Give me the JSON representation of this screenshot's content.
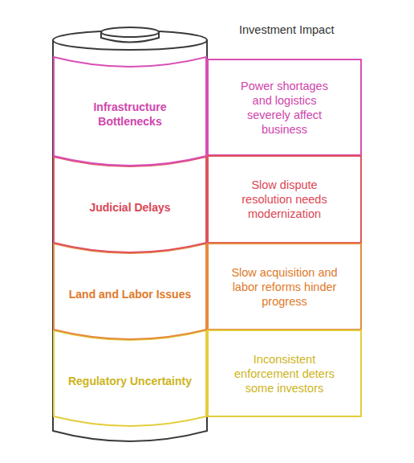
{
  "diagram": {
    "nodes": [
      {
        "text": [
          "Infrastructure Bottlenecks"
        ]
      },
      {
        "text": [
          "Power shortages and logistics severely affect business"
        ]
      },
      {
        "text": [
          "Judicial Delays"
        ]
      },
      {
        "text": [
          "Slow dispute resolution needs modernization"
        ]
      },
      {
        "text": [
          "Land and Labor Issues"
        ]
      },
      {
        "text": [
          "Slow acquisition and labor reforms hinder progress"
        ]
      },
      {
        "text": [
          "Regulatory Uncertainty"
        ]
      },
      {
        "text": [
          "Inconsistent enforcement deters some investors"
        ]
      }
    ],
    "labels": [
      "Investment Impact"
    ]
  }
}
